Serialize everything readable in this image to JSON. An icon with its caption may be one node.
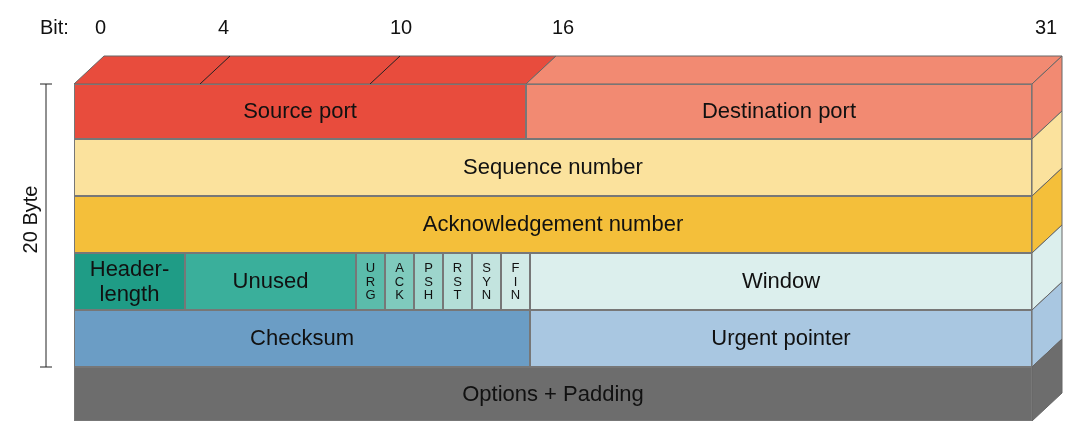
{
  "diagram": {
    "nodes": [
      {
        "text": [
          "Source port"
        ]
      },
      {
        "text": [
          "Destination port"
        ]
      },
      {
        "text": [
          "Sequence number"
        ]
      },
      {
        "text": [
          "Acknowledgement number"
        ]
      },
      {
        "text": [
          "Header-length"
        ]
      },
      {
        "text": [
          "Unused"
        ]
      },
      {
        "text": [
          "URG"
        ]
      },
      {
        "text": [
          "ACK"
        ]
      },
      {
        "text": [
          "PSH"
        ]
      },
      {
        "text": [
          "RST"
        ]
      },
      {
        "text": [
          "SYN"
        ]
      },
      {
        "text": [
          "FIN"
        ]
      },
      {
        "text": [
          "Window"
        ]
      },
      {
        "text": [
          "Checksum"
        ]
      },
      {
        "text": [
          "Urgent pointer"
        ]
      },
      {
        "text": [
          "Options + Padding"
        ]
      }
    ],
    "edges": [],
    "labels": [
      "Bit:",
      "0",
      "4",
      "10",
      "16",
      "31",
      "20 Byte"
    ]
  }
}
